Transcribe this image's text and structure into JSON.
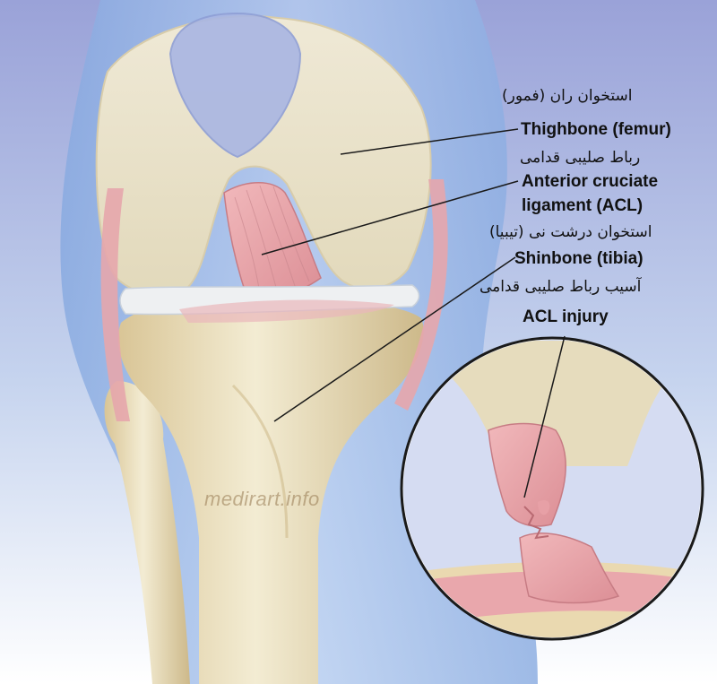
{
  "labels": {
    "femur_fa": "استخوان ران (فمور)",
    "femur_en": "Thighbone (femur)",
    "acl_fa": "رباط صلیبی قدامی",
    "acl_en_line1": "Anterior cruciate",
    "acl_en_line2": "ligament (ACL)",
    "tibia_fa": "استخوان درشت نی (تیبیا)",
    "tibia_en": "Shinbone (tibia)",
    "injury_fa": "آسیب رباط صلیبی قدامی",
    "injury_en": "ACL injury"
  },
  "watermark": "medirart.info",
  "colors": {
    "background_top": "#9aa3d6",
    "background_bottom": "#ffffff",
    "skin": "#a7c3ea",
    "bone": "#efe6c8",
    "bone_shadow": "#cdbb8a",
    "ligament": "#e9a7ac",
    "meniscus": "#eef0f2",
    "leader_line": "#1a1a1a",
    "inset_border": "#1a1a1a"
  }
}
